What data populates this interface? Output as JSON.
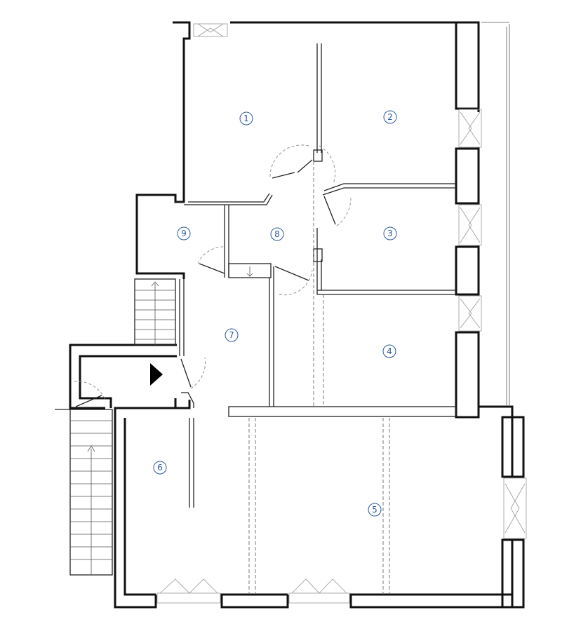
{
  "rooms": [
    {
      "id": "room-1",
      "label": "1"
    },
    {
      "id": "room-2",
      "label": "2"
    },
    {
      "id": "room-3",
      "label": "3"
    },
    {
      "id": "room-4",
      "label": "4"
    },
    {
      "id": "room-5",
      "label": "5"
    },
    {
      "id": "room-6",
      "label": "6"
    },
    {
      "id": "room-7",
      "label": "7"
    },
    {
      "id": "room-8",
      "label": "8"
    },
    {
      "id": "room-9",
      "label": "9"
    }
  ],
  "colors": {
    "wall": "#111111",
    "room_label": "#2a5a9e",
    "background": "#ffffff"
  },
  "icons": {
    "entrance": "entrance-arrow-icon"
  }
}
